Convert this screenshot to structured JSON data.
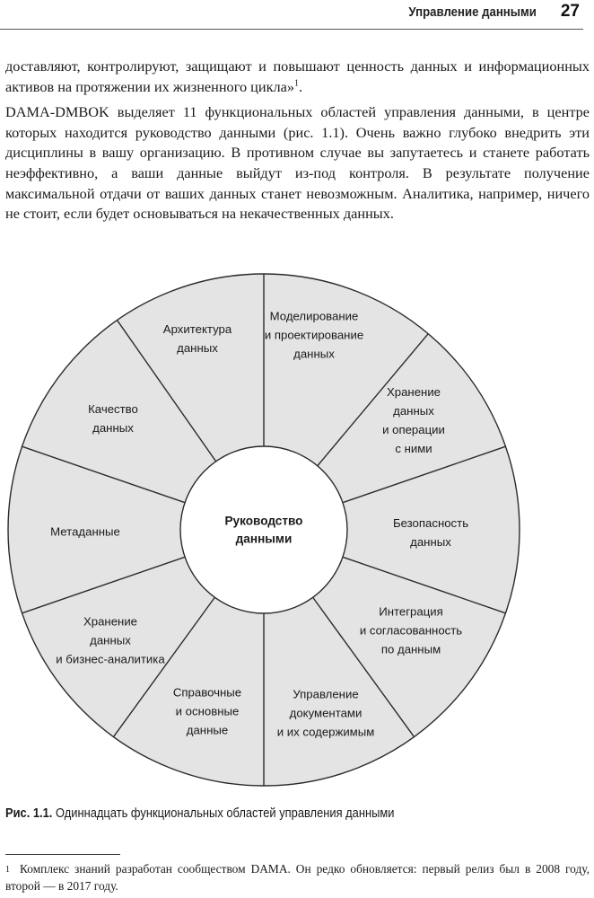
{
  "header": {
    "section_title": "Управление данными",
    "page_number": "27"
  },
  "body": {
    "p1": "доставляют, контролируют, защищают и повышают ценность данных и информационных активов на протяжении их жизненного цикла»",
    "p1_note": "1",
    "p1_end": ".",
    "p2": "DAMA-DMBOK выделяет 11 функциональных областей управления данными, в центре которых находится руководство данными (рис. 1.1). Очень важно глубоко внедрить эти дисциплины в вашу организацию. В противном случае вы запутаетесь и станете работать неэффективно, а ваши данные выйдут из-под контроля. В результате получение максимальной отдачи от ваших данных станет невозможным. Аналитика, например, ничего не стоит, если будет основываться на некачественных данных."
  },
  "diagram": {
    "center": [
      "Руководство",
      "данными"
    ],
    "segments": [
      {
        "lines": [
          "Моделирование",
          "и проектирование",
          "данных"
        ]
      },
      {
        "lines": [
          "Хранение",
          "данных",
          "и операции",
          "с ними"
        ]
      },
      {
        "lines": [
          "Безопасность",
          "данных"
        ]
      },
      {
        "lines": [
          "Интеграция",
          "и согласованность",
          "по данным"
        ]
      },
      {
        "lines": [
          "Управление",
          "документами",
          "и их содержимым"
        ]
      },
      {
        "lines": [
          "Справочные",
          "и основные",
          "данные"
        ]
      },
      {
        "lines": [
          "Хранение",
          "данных",
          "и бизнес-аналитика"
        ]
      },
      {
        "lines": [
          "Метаданные"
        ]
      },
      {
        "lines": [
          "Качество",
          "данных"
        ]
      },
      {
        "lines": [
          "Архитектура",
          "данных"
        ]
      }
    ],
    "colors": {
      "segment_fill": "#e4e4e4",
      "stroke": "#2b2b2b",
      "center_fill": "#ffffff"
    }
  },
  "caption": {
    "number": "Рис. 1.1.",
    "text": "Одиннадцать функциональных областей управления данными"
  },
  "footnote": {
    "mark": "1",
    "text": "Комплекс знаний разработан сообществом DAMA. Он редко обновляется: первый релиз был в 2008 году, второй — в 2017 году."
  }
}
